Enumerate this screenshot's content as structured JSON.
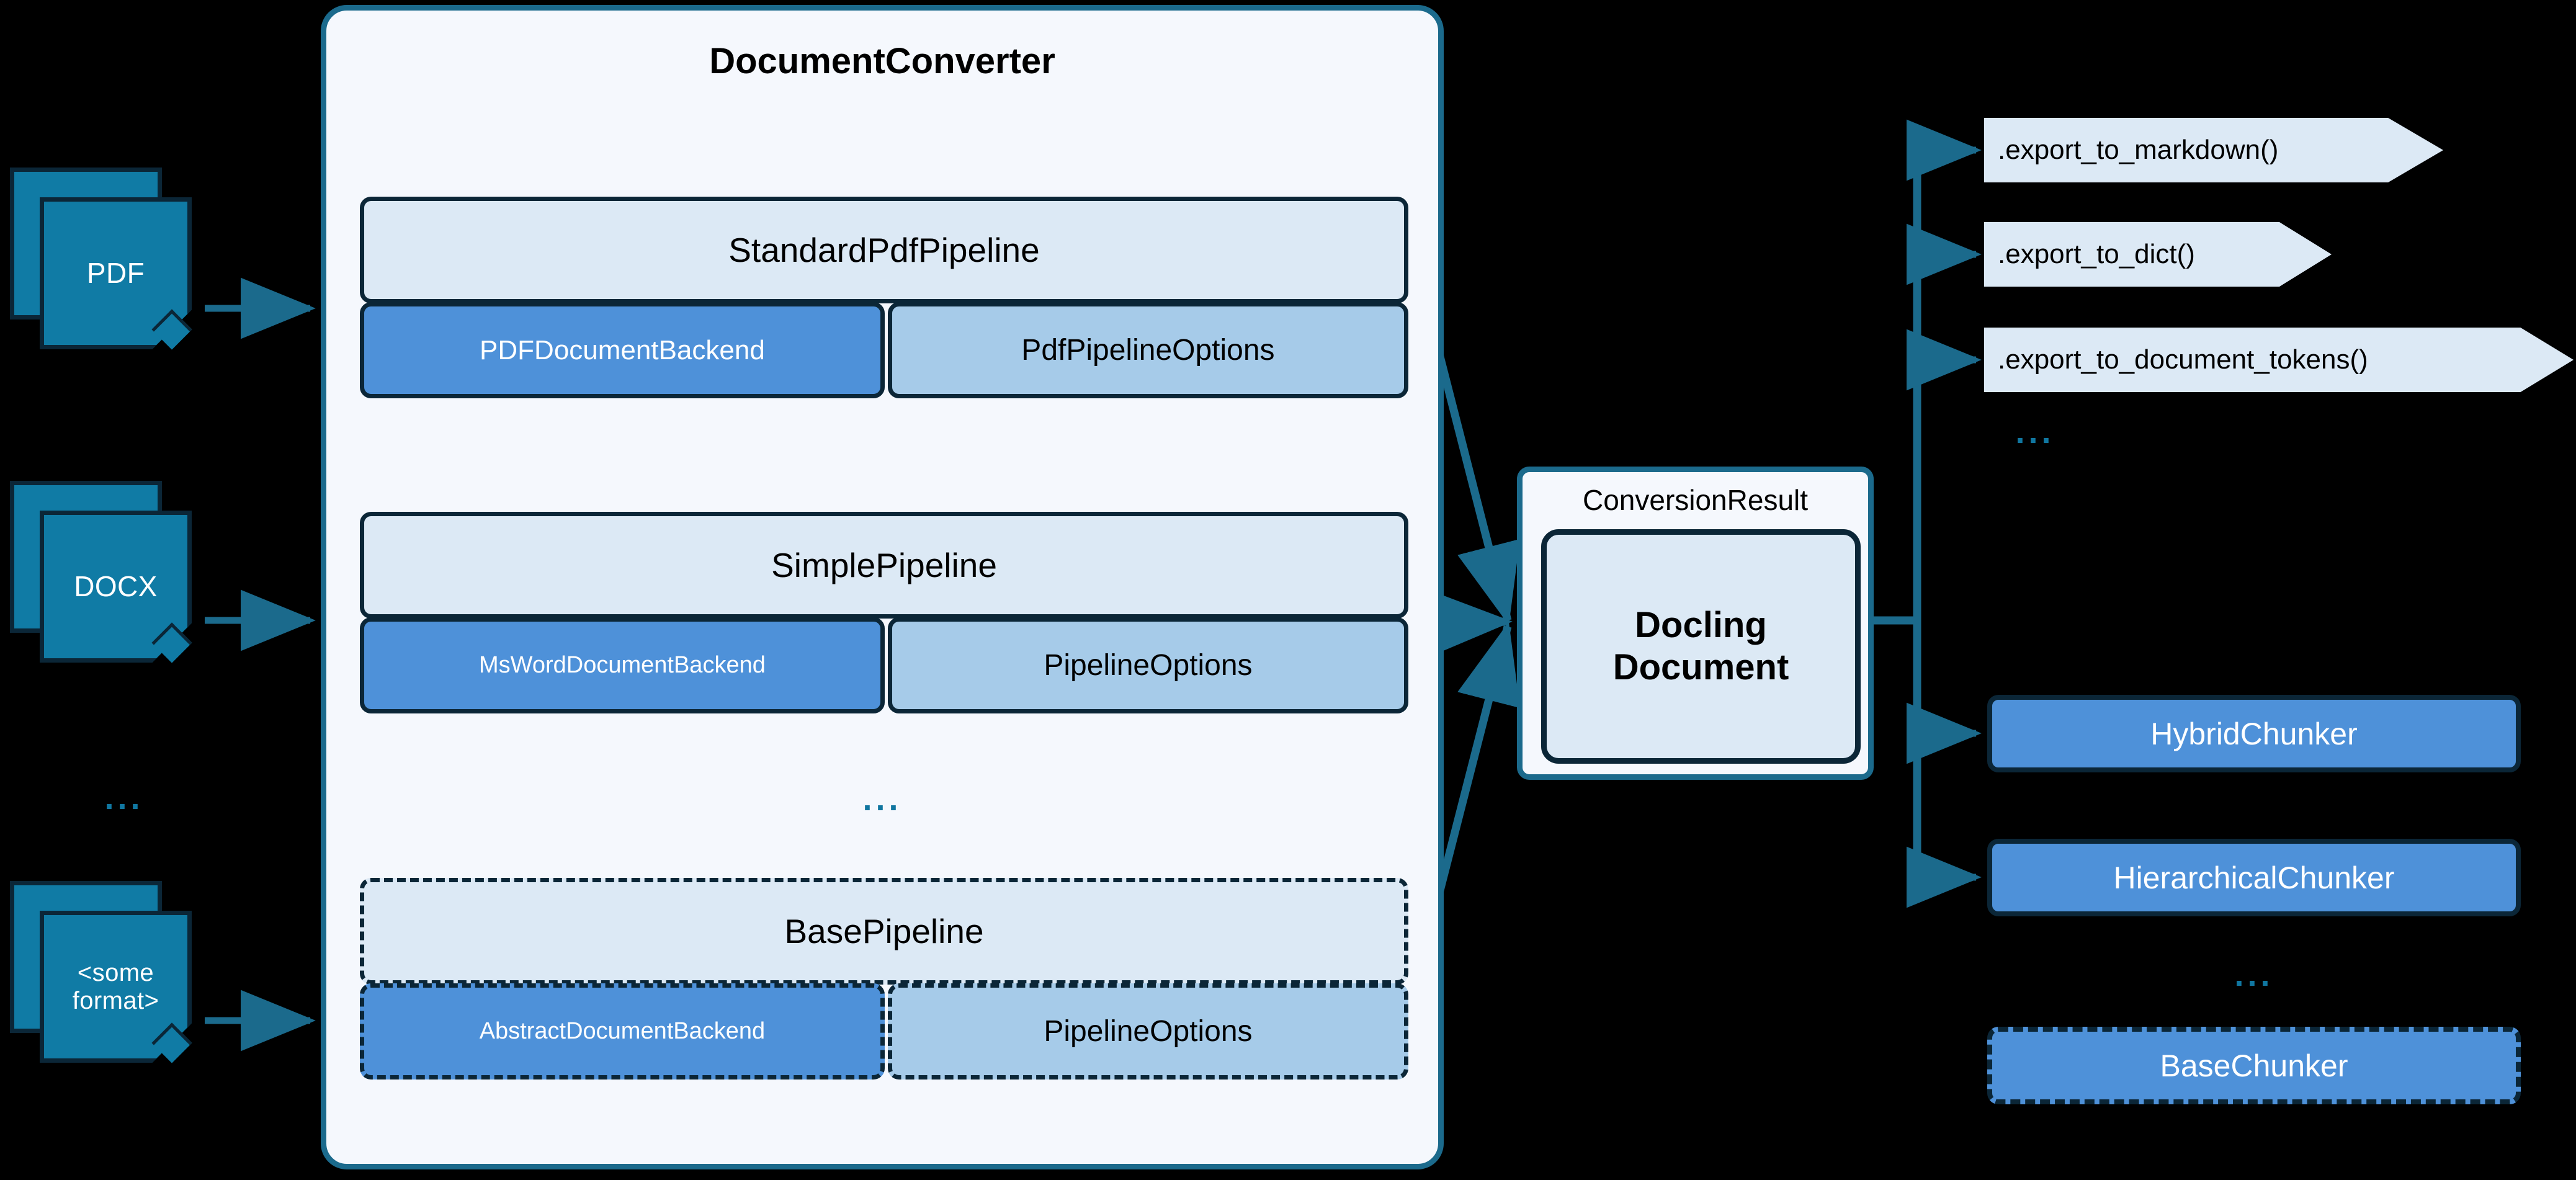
{
  "converter": {
    "title": "DocumentConverter",
    "ellipsis": "...",
    "pipelines": [
      {
        "name": "StandardPdfPipeline",
        "backend": "PDFDocumentBackend",
        "options": "PdfPipelineOptions",
        "style": "solid"
      },
      {
        "name": "SimplePipeline",
        "backend": "MsWordDocumentBackend",
        "options": "PipelineOptions",
        "style": "solid"
      },
      {
        "name": "BasePipeline",
        "backend": "AbstractDocumentBackend",
        "options": "PipelineOptions",
        "style": "dashed"
      }
    ]
  },
  "inputs": {
    "documents": [
      {
        "label": "PDF"
      },
      {
        "label": "DOCX"
      },
      {
        "label": "<some\nformat>"
      }
    ],
    "ellipsis": "..."
  },
  "result": {
    "container_label": "ConversionResult",
    "document_label": "Docling\nDocument"
  },
  "exports": {
    "items": [
      {
        "label": ".export_to_markdown()"
      },
      {
        "label": ".export_to_dict()"
      },
      {
        "label": ".export_to_document_tokens()"
      }
    ],
    "ellipsis": "..."
  },
  "chunkers": {
    "items": [
      {
        "label": "HybridChunker",
        "style": "solid"
      },
      {
        "label": "HierarchicalChunker",
        "style": "solid"
      },
      {
        "label": "BaseChunker",
        "style": "dashed"
      }
    ],
    "ellipsis": "..."
  },
  "colors": {
    "background": "#000000",
    "panel_fill": "#f5f8fd",
    "panel_border": "#1b6a8c",
    "pipeline_head_fill": "#dce9f5",
    "backend_fill": "#4e91d9",
    "options_fill": "#a6cbe9",
    "doc_icon_fill": "#107ba5",
    "outline_dark": "#0b2637",
    "connector": "#1b6a8c",
    "ellipsis": "#1076a0"
  }
}
